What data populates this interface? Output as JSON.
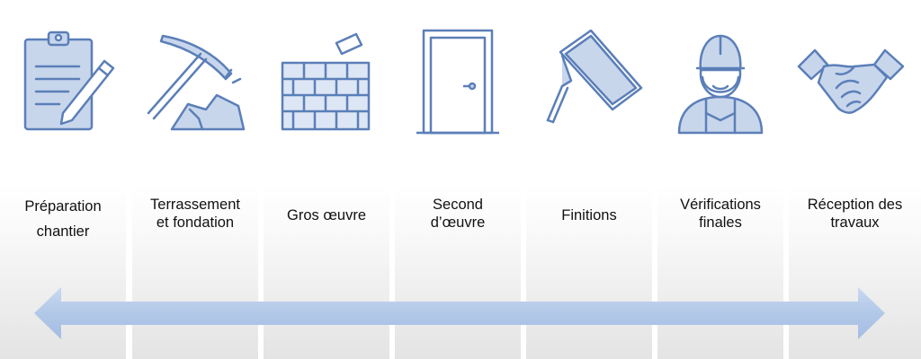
{
  "steps": [
    {
      "label": "Préparation\nchantier",
      "icon": "clipboard-pencil-icon"
    },
    {
      "label": "Terrassement\net fondation",
      "icon": "pickaxe-icon"
    },
    {
      "label": "Gros œuvre",
      "icon": "brick-wall-icon"
    },
    {
      "label": "Second\nd’œuvre",
      "icon": "door-icon"
    },
    {
      "label": "Finitions",
      "icon": "paint-roller-icon"
    },
    {
      "label": "Vérifications\nfinales",
      "icon": "worker-helmet-icon"
    },
    {
      "label": "Réception des\ntravaux",
      "icon": "handshake-icon"
    }
  ],
  "colors": {
    "icon_fill": "#c8d6ec",
    "icon_stroke": "#5b7fb8",
    "arrow_fill": "#b7cbe9",
    "card_bg": "#ebebeb"
  }
}
